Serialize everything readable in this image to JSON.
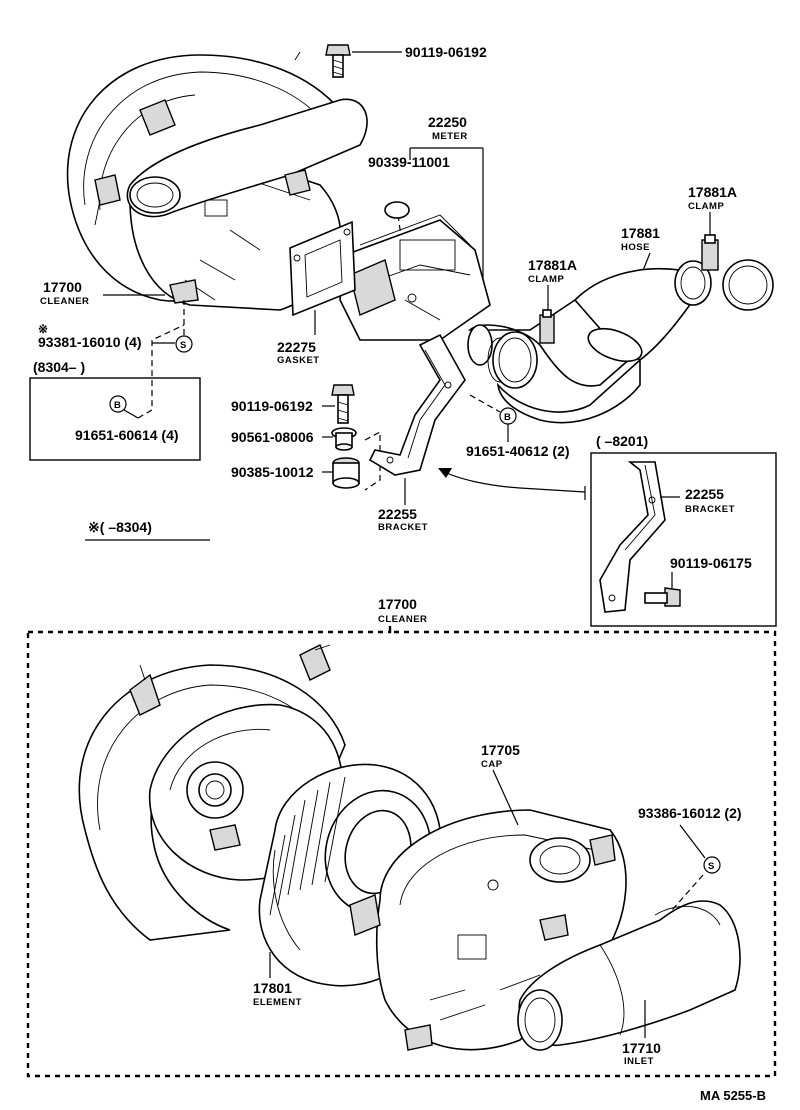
{
  "labels": {
    "bolt_top": "90119-06192",
    "meter_num": "22250",
    "meter_name": "METER",
    "plug": "90339-11001",
    "clamp_r_num": "17881A",
    "clamp_r_name": "CLAMP",
    "hose_num": "17881",
    "hose_name": "HOSE",
    "clamp_m_num": "17881A",
    "clamp_m_name": "CLAMP",
    "cleaner_top_num": "17700",
    "cleaner_top_name": "CLEANER",
    "gasket_num": "22275",
    "gasket_name": "GASKET",
    "note_mark": "※",
    "screw_s": "93381-16010 (4)",
    "s_mark": "S",
    "b_mark": "B",
    "inset_left_title": "(8304–        )",
    "screw_b": "91651-60614 (4)",
    "bolt_mid": "90119-06192",
    "collar": "90561-08006",
    "cushion": "90385-10012",
    "screw_b2": "91651-40612 (2)",
    "bracket_num": "22255",
    "bracket_name": "BRACKET",
    "note_range": "※(        –8304)",
    "inset_right_title": "(        –8201)",
    "bracket_r_num": "22255",
    "bracket_r_name": "BRACKET",
    "bolt_r": "90119-06175",
    "cleaner_bot_num": "17700",
    "cleaner_bot_name": "CLEANER",
    "cap_num": "17705",
    "cap_name": "CAP",
    "screw_s2": "93386-16012 (2)",
    "element_num": "17801",
    "element_name": "ELEMENT",
    "inlet_num": "17710",
    "inlet_name": "INLET",
    "ref_code": "MA  5255-B"
  }
}
